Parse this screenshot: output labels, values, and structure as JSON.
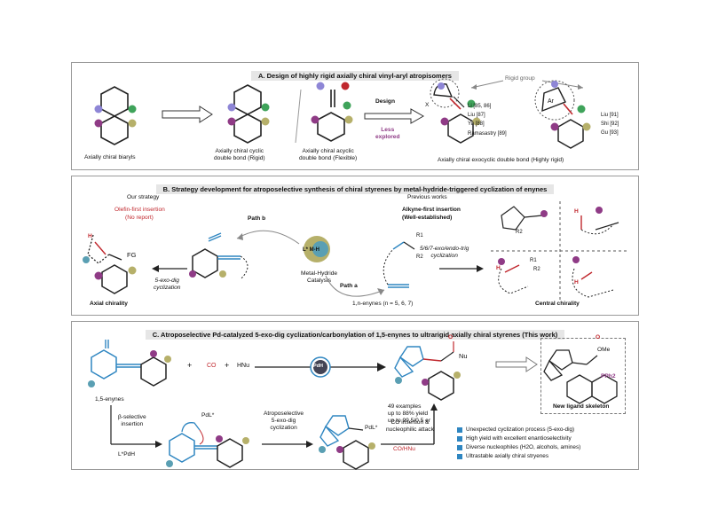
{
  "panelA": {
    "title": "A. Design of highly rigid axially chiral vinyl-aryl atropisomers",
    "biaryl_label": "Axially chiral biaryls",
    "cyclic_label": "Axially chiral cyclic\ndouble bond (Rigid)",
    "acyclic_label": "Axially chiral acyclic\ndouble bond (Flexible)",
    "design": "Design",
    "less_explored": "Less\nexplored",
    "rigid_group": "Rigid group",
    "refs_left": [
      "Li [85, 86]",
      "Liu [87]",
      "Yu [88]",
      "Ramasastry [89]"
    ],
    "refs_right": [
      "Liu [91]",
      "Shi [92]",
      "Gu [93]"
    ],
    "ar": "Ar",
    "x": "X",
    "exocyclic_label": "Axially chiral exocyclic double bond (Highly rigid)"
  },
  "panelB": {
    "title": "B. Strategy development for atroposelective synthesis of chiral styrenes by metal-hydride-triggered cyclization of enynes",
    "our_strategy": "Our strategy",
    "olefin_first": "Olefin-first insertion",
    "no_report": "(No report)",
    "previous_works": "Previous works",
    "alkyne_first": "Alkyne-first insertion",
    "well_established": "(Well-established)",
    "path_b": "Path b",
    "path_a": "Path a",
    "metal_hydride": "Metal-Hydride\nCatalysts",
    "metal_badge": "L* M-H",
    "exo_dig": "5-exo-dig\ncyclization",
    "multi_cyc": "5/6/7-exo/endo-trig\ncyclization",
    "axial": "Axial chirality",
    "central": "Central chirality",
    "enynes": "1,n-enynes (n = 5, 6, 7)",
    "fg": "FG",
    "h": "H",
    "r1": "R1",
    "r2": "R2"
  },
  "panelC": {
    "title": "C. Atroposelective Pd-catalyzed 5-exo-dig cyclization/carbonylation of 1,5-enynes to ultrarigid axially chiral styrenes (This work)",
    "plus1": "+",
    "co": "CO",
    "plus2": "+",
    "hnu": "HNu",
    "pdh": "PdH",
    "enyne_label": "1,5-enynes",
    "examples": [
      "49 examples",
      "up to 88% yield",
      "up to 99.5/0.5 er"
    ],
    "nu": "Nu",
    "o": "O",
    "ome": "OMe",
    "pph2": "PPh2",
    "new_ligand": "New ligand skeleton",
    "beta_sel": "β-selective\ninsertion",
    "lpdh": "L*PdH",
    "pdl_top": "PdL*",
    "pdl_mid": "PdL*",
    "atropo": "Atroposelective\n5-exo-dig\ncyclization",
    "co_insert": "CO insertion &\nnucleophilic attack",
    "co_hnu": "CO/HNu",
    "bullets": [
      "Unexpected  cyclization process (5-exo-dig)",
      "High yield with excellent enantioselectivity",
      "Diverse nucleophiles (H2O, alcohols, amines)",
      "Ultrastable axially chiral stryenes"
    ]
  },
  "colors": {
    "purple": "#8f3b86",
    "green": "#3fa35a",
    "blue_ball": "#8e86d6",
    "olive": "#b6b06a",
    "teal": "#5a9fb3",
    "red": "#c0272d",
    "blue_chain": "#2f86c1"
  }
}
